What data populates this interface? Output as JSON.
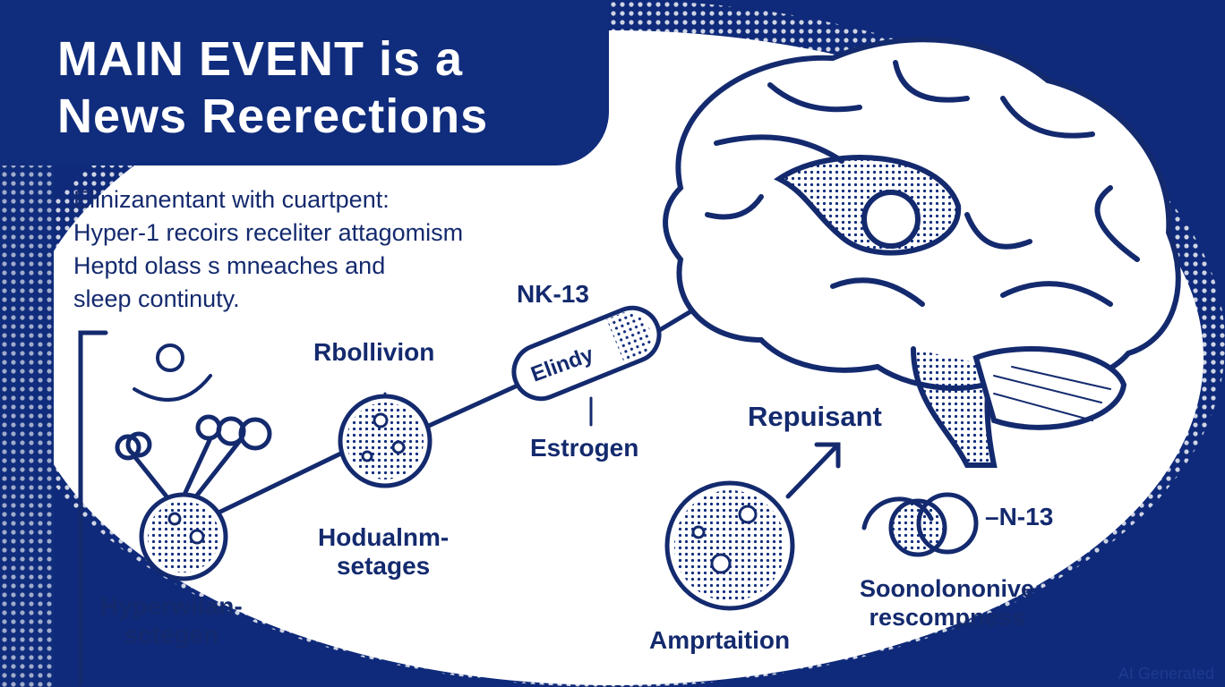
{
  "title": {
    "line1": "MAIN EVENT is a",
    "line2": "News Reerections"
  },
  "body_text": [
    "Elinizanentant with cuartpent:",
    "Hyper-1 recoirs receliter attagomism",
    "Heptd olass s mneaches and",
    "sleep continuty."
  ],
  "labels": {
    "nk13": "NK-13",
    "pill": "Elindy",
    "estrogen": "Estrogen",
    "rbollivion": "Rbollivion",
    "hodualnm_1": "Hodualnm-",
    "hodualnm_2": "setages",
    "hyperwilan_1": "Hyperwilan-",
    "hyperwilan_2": "sctegen",
    "repuisant": "Repuisant",
    "amprtaition": "Amprtaition",
    "n13": "–N-13",
    "soono_1": "Soonolononive",
    "soono_2": "rescompness"
  },
  "watermark": "AI Generated",
  "colors": {
    "navy": "#102c7c",
    "white": "#ffffff",
    "text": "#142a6e"
  }
}
